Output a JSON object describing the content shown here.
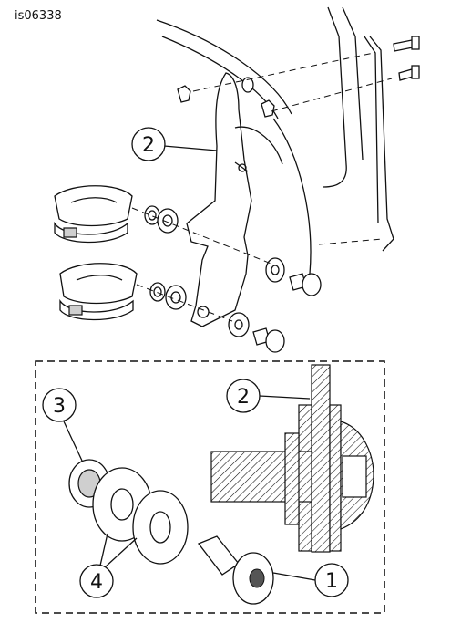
{
  "figure": {
    "ref_id": "is06338"
  },
  "callouts": [
    {
      "key": "c2_top",
      "label": "2"
    },
    {
      "key": "c2_detail",
      "label": "2"
    },
    {
      "key": "c3",
      "label": "3"
    },
    {
      "key": "c4",
      "label": "4"
    },
    {
      "key": "c1",
      "label": "1"
    }
  ]
}
